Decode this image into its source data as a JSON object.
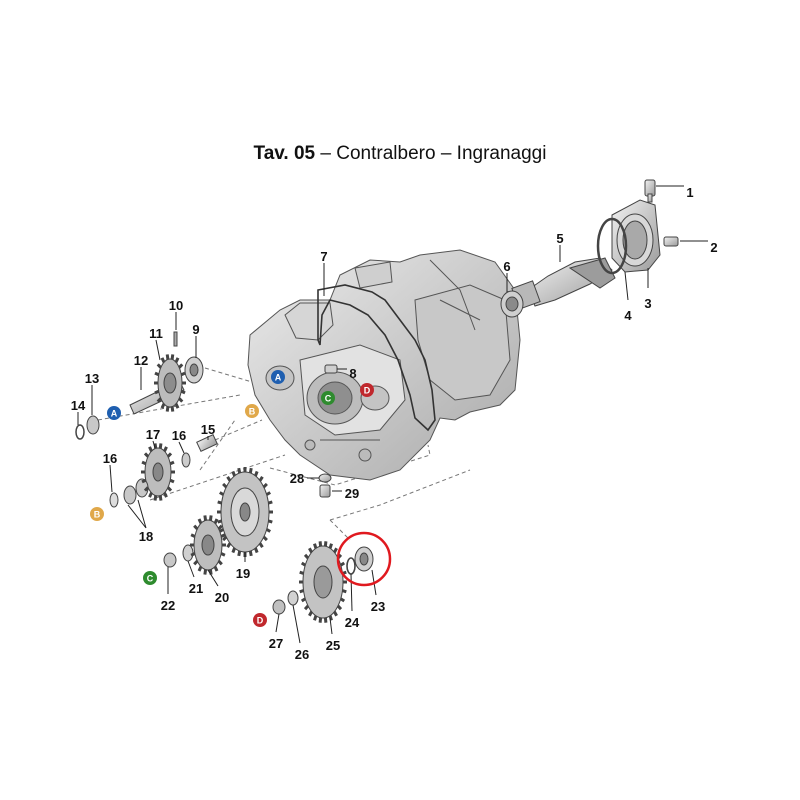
{
  "title": {
    "prefix": "Tav. 05",
    "text": "– Contralbero – Ingranaggi"
  },
  "callouts": [
    "1",
    "2",
    "3",
    "4",
    "5",
    "6",
    "7",
    "8",
    "9",
    "10",
    "11",
    "12",
    "13",
    "14",
    "15",
    "16",
    "16",
    "17",
    "18",
    "19",
    "20",
    "21",
    "22",
    "23",
    "24",
    "25",
    "26",
    "27",
    "28",
    "29"
  ],
  "badges": [
    "A",
    "A",
    "B",
    "B",
    "C",
    "C",
    "D",
    "D"
  ],
  "colors": {
    "badge_a": "#1f5fb0",
    "badge_b": "#e0a84a",
    "badge_c": "#2e8b2e",
    "badge_d": "#c0282d",
    "highlight_circle": "#e0191f"
  }
}
